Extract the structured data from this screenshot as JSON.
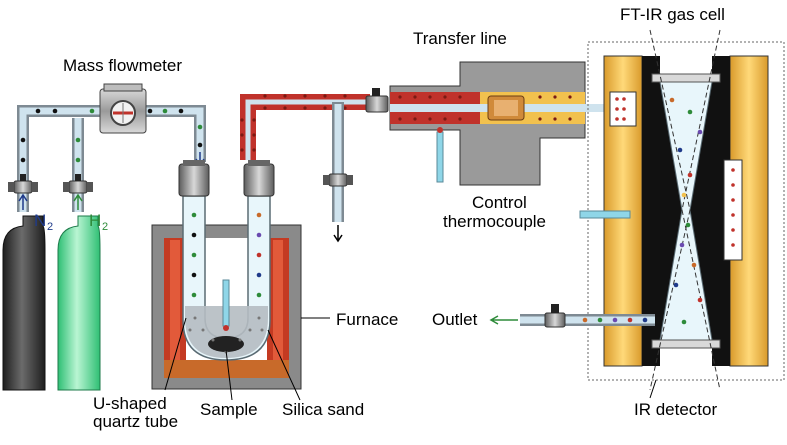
{
  "labels": {
    "mass_flowmeter": "Mass flowmeter",
    "transfer_line": "Transfer line",
    "ftir_gas_cell": "FT-IR gas cell",
    "n2_main": "N",
    "n2_sub": "2",
    "h2_main": "H",
    "h2_sub": "2",
    "control_line1": "Control",
    "control_line2": "thermocouple",
    "furnace": "Furnace",
    "outlet": "Outlet",
    "u_tube_line1": "U-shaped",
    "u_tube_line2": "quartz tube",
    "sample": "Sample",
    "silica_sand": "Silica sand",
    "ir_detector": "IR detector"
  },
  "colors": {
    "n2_text": "#1f3a8a",
    "h2_text": "#2e8b3a",
    "pipe": "#a9b5bf",
    "heated_pipe": "#c0322b",
    "furnace_wall": "#8a8a8a",
    "heater": "#c43a22",
    "gold": "#f2c14e",
    "n2_cylinder": "#3a3a3a",
    "h2_cylinder": "#6fe0a2",
    "quartz": "#e8f6fb"
  }
}
